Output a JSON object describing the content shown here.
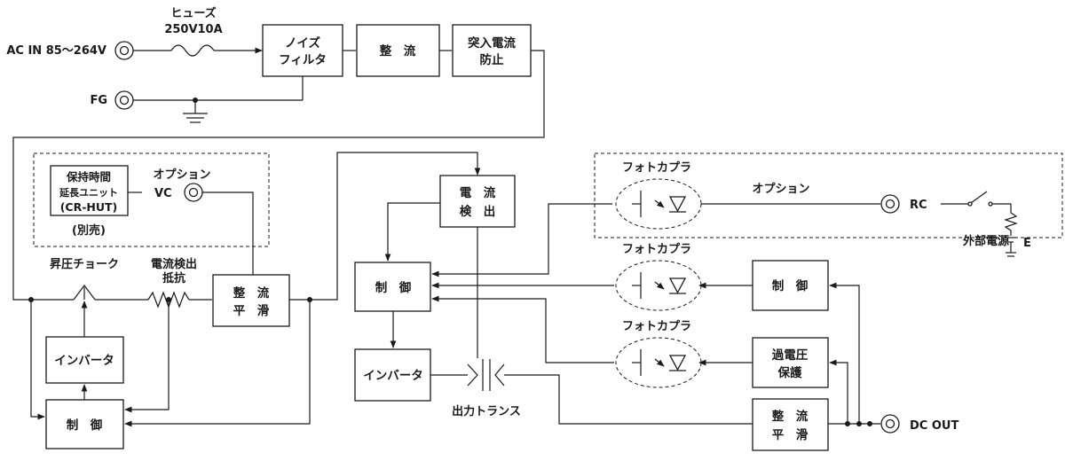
{
  "terminals": {
    "ac_in": "AC IN 85〜264V",
    "fg": "FG",
    "vc": "VC",
    "rc": "RC",
    "dc_out": "DC OUT",
    "e": "E"
  },
  "fuse": {
    "line1": "ヒューズ",
    "line2": "250V10A"
  },
  "blocks": {
    "noise_filter": [
      "ノイズ",
      "フィルタ"
    ],
    "rectifier1": [
      "整　流"
    ],
    "inrush": [
      "突入電流",
      "防止"
    ],
    "smoothing1": [
      "整　流",
      "平　滑"
    ],
    "inverter1": [
      "インバータ"
    ],
    "control1": [
      "制　御"
    ],
    "current_detect": [
      "電　流",
      "検　出"
    ],
    "control2": [
      "制　御"
    ],
    "inverter2": [
      "インバータ"
    ],
    "control3": [
      "制　御"
    ],
    "ovp": [
      "過電圧",
      "保護"
    ],
    "smoothing2": [
      "整　流",
      "平　滑"
    ],
    "hold_time": [
      "保持時間",
      "延長ユニット",
      "(CR-HUT)"
    ]
  },
  "labels": {
    "separately_sold": "(別売)",
    "option_vc": "オプション",
    "option_rc": "オプション",
    "boost_choke": "昇圧チョーク",
    "shunt": [
      "電流検出",
      "抵抗"
    ],
    "output_transformer": "出力トランス",
    "photocoupler1": "フォトカプラ",
    "photocoupler2": "フォトカプラ",
    "photocoupler3": "フォトカプラ",
    "ext_power": "外部電源"
  }
}
